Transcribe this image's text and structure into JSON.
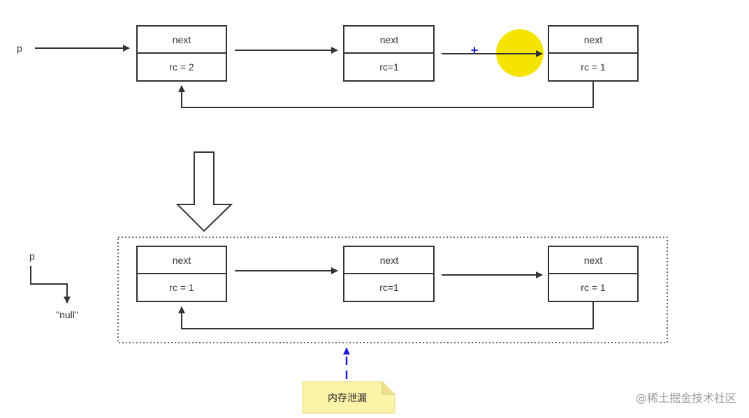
{
  "top": {
    "pointer_label": "p",
    "nodes": [
      {
        "next": "next",
        "rc": "rc = 2"
      },
      {
        "next": "next",
        "rc": "rc=1"
      },
      {
        "next": "next",
        "rc": "rc = 1"
      }
    ],
    "plus_mark": "+"
  },
  "bottom": {
    "pointer_label": "p",
    "null_label": "\"null\"",
    "nodes": [
      {
        "next": "next",
        "rc": "rc = 1"
      },
      {
        "next": "next",
        "rc": "rc=1"
      },
      {
        "next": "next",
        "rc": "rc = 1"
      }
    ]
  },
  "note": {
    "label": "内存泄漏"
  },
  "watermark": "@稀土掘金技术社区",
  "colors": {
    "line": "#333333",
    "highlight": "#f5e400",
    "note_bg": "#fbf3a8",
    "dashed_arrow": "#1b1bd6",
    "plus": "#1b1bd6"
  }
}
